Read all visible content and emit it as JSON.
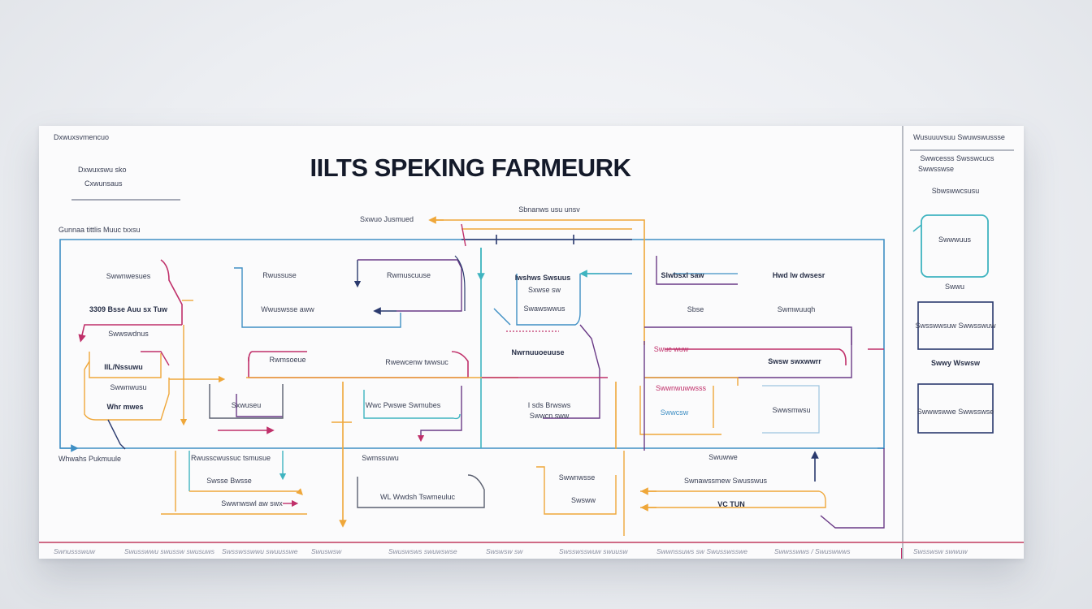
{
  "diagram": {
    "title": "IILTS SPEKING FARMEURK",
    "colors": {
      "blue": "#3f8fc4",
      "teal": "#3fb4c0",
      "magenta": "#c0306a",
      "purple": "#6a3a86",
      "orange": "#efa73a",
      "navy": "#2b3a6e",
      "gray": "#5b6070"
    },
    "header_left": [
      "Dxwuxsvmencuo",
      "Dxwuxswu sko",
      "Cxwunsaus"
    ],
    "section_labels": {
      "top_left": "Gunnaa tittlis Muuc txxsu",
      "bottom_left": "Whwahs Pukmuule",
      "top_center_a": "Sxwuo Jusmued",
      "top_center_b": "Sbnanws usu unsv"
    },
    "nodes": {
      "n1": "Swwnwesues",
      "n2": "3309 Bsse Auu sx Tuw",
      "n3": "Swwswdnus",
      "n4": "IIL/Nssuwu",
      "n5": "Swwnwusu",
      "n6": "Whr mwes",
      "n7": "Rwussuse",
      "n8": "Wwuswsse aww",
      "n9": "Rwmuscuuse",
      "n10": "Rwusscwussuc tsmusue",
      "n11": "Rwmsoeue",
      "n12": "Rwewcenw twwsuc",
      "n13": "Sxwuseu",
      "n14": "Wwc Pwswe Swmubes",
      "n15": "Iwshws Swsuus",
      "n16": "Sxwse sw",
      "n17": "Swawswwus",
      "n18": "Nwrnuuoeuuse",
      "n19": "Slwbsxl saw",
      "n20": "Hwd lw dwsesr",
      "n21": "Sbse",
      "n22": "Swmwuuqh",
      "n23": "Swuc wuw",
      "n24": "Swsw swxwwrr",
      "n25": "I sds Brwsws",
      "n26": "Swwcn sww",
      "n27": "Swwnwuwwsss",
      "n28": "Swwcsw",
      "n29": "Swwsmwsu",
      "n30": "Swnawssmew Swusswus",
      "n31": "VC TUN",
      "n32": "Swuwwe",
      "n33": "Swwnwsse",
      "n34": "Swsww",
      "n35": "WL Wwdsh Tswmeuluc",
      "n36": "Swsse Bwsse",
      "n37": "Swwnwswl aw swx",
      "n38": "Swmssuwu"
    },
    "right_panel": {
      "heading": "Wusuuuvsuu Swuwswussse",
      "sub_a": "Swwcesss Swsswcucs",
      "sub_b": "Swwsswse",
      "sub_c": "Sbwswwcsusu",
      "box_a": "Swwwuus",
      "mid": "Swwu",
      "box_b": "Swsswwsuw Swwsswuw",
      "mid_b": "Swwy Wswsw",
      "box_c": "Swwwswwe Swwsswse"
    },
    "footer": [
      "Swnussswuw",
      "Swusswwu swussw swusuws",
      "Swsswsswwu swuusswe",
      "Swuswsw",
      "Swuswsws swuwswse",
      "Swswsw sw",
      "Swsswsswuw swuusw",
      "Swwnssuws sw Swusswsswe",
      "Swwsswws / Swuswwws",
      "Swsswsw swwuw"
    ]
  }
}
